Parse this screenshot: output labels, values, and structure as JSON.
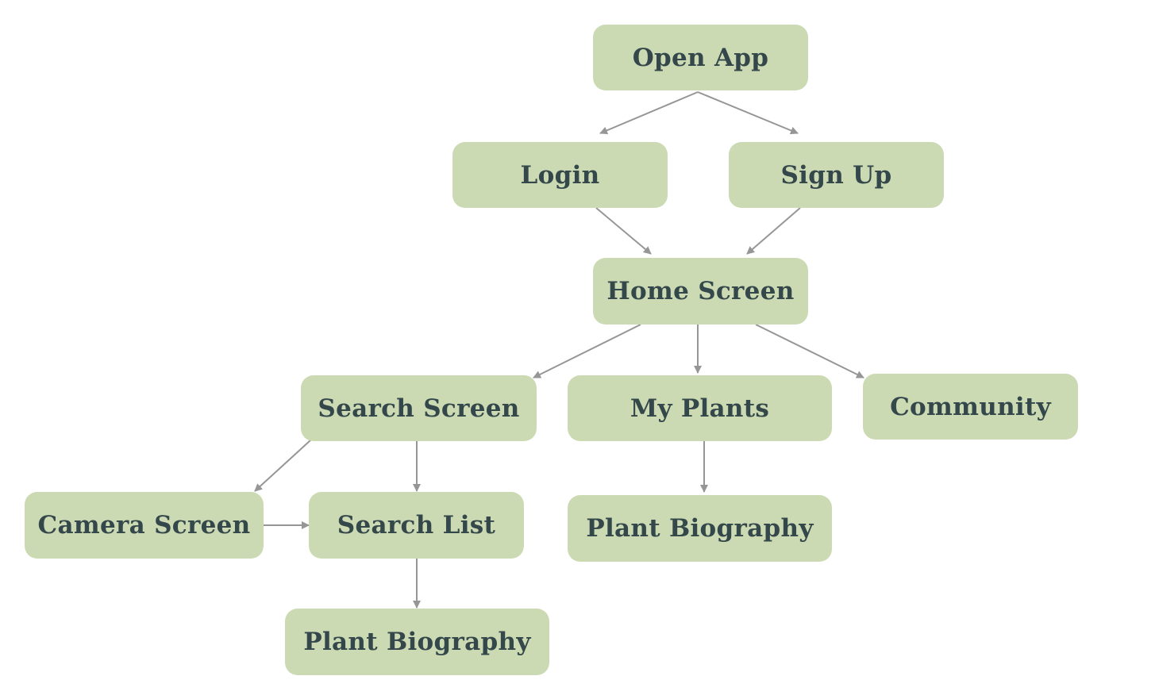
{
  "diagram": {
    "nodes": {
      "open_app": "Open App",
      "login": "Login",
      "sign_up": "Sign Up",
      "home_screen": "Home Screen",
      "search_screen": "Search Screen",
      "my_plants": "My Plants",
      "community": "Community",
      "camera_screen": "Camera Screen",
      "search_list": "Search List",
      "plant_biography_my_plants": "Plant Biography",
      "plant_biography_search": "Plant Biography"
    },
    "edges": [
      {
        "from": "open_app",
        "to": "login"
      },
      {
        "from": "open_app",
        "to": "sign_up"
      },
      {
        "from": "login",
        "to": "home_screen"
      },
      {
        "from": "sign_up",
        "to": "home_screen"
      },
      {
        "from": "home_screen",
        "to": "search_screen"
      },
      {
        "from": "home_screen",
        "to": "my_plants"
      },
      {
        "from": "home_screen",
        "to": "community"
      },
      {
        "from": "search_screen",
        "to": "camera_screen"
      },
      {
        "from": "search_screen",
        "to": "search_list"
      },
      {
        "from": "camera_screen",
        "to": "search_list"
      },
      {
        "from": "my_plants",
        "to": "plant_biography_my_plants"
      },
      {
        "from": "search_list",
        "to": "plant_biography_search"
      }
    ],
    "colors": {
      "node_fill": "#cbdab3",
      "node_text": "#34474a",
      "connector": "#969696"
    }
  }
}
